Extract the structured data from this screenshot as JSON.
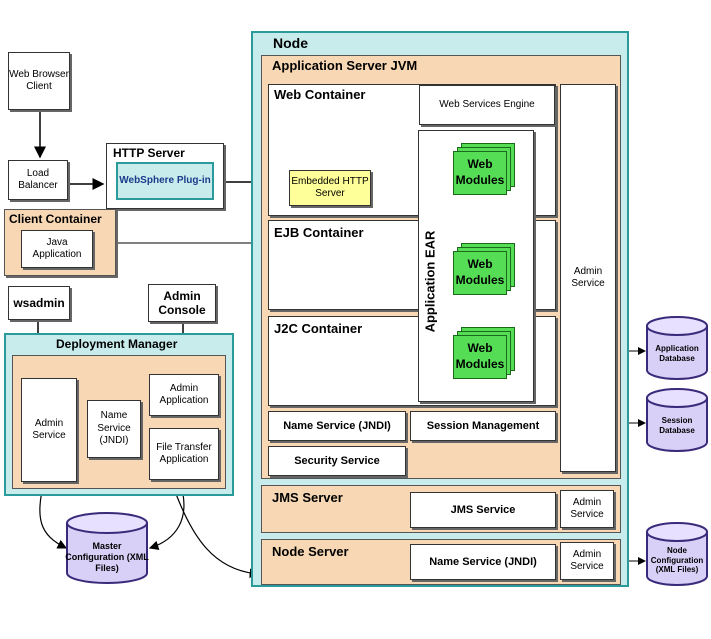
{
  "client": {
    "web_browser": "Web Browser Client",
    "load_balancer": "Load Balancer",
    "http_server_title": "HTTP Server",
    "plugin": "WebSphere Plug-in",
    "client_container_title": "Client Container",
    "java_app": "Java Application",
    "wsadmin": "wsadmin",
    "admin_console": "Admin Console"
  },
  "deployment_manager": {
    "title": "Deployment Manager",
    "admin_service": "Admin Service",
    "name_service": "Name Service (JNDI)",
    "admin_application": "Admin Application",
    "file_transfer": "File Transfer Application"
  },
  "master_config": "Master Configuration (XML Files)",
  "node": {
    "title": "Node",
    "app_server_jvm": "Application Server JVM",
    "web_container": "Web Container",
    "web_services_engine": "Web Services Engine",
    "embedded_http": "Embedded HTTP Server",
    "ejb_container": "EJB Container",
    "j2c_container": "J2C Container",
    "application_ear": "Application EAR",
    "web_modules_1": "Web Modules",
    "web_modules_2": "Web Modules",
    "web_modules_3": "Web Modules",
    "admin_service": "Admin Service",
    "name_service": "Name Service (JNDI)",
    "session_mgmt": "Session Management",
    "security_service": "Security Service",
    "jms_server": "JMS Server",
    "jms_service": "JMS Service",
    "jms_admin_service": "Admin Service",
    "node_server": "Node  Server",
    "node_name_service": "Name Service (JNDI)",
    "node_admin_service": "Admin Service"
  },
  "databases": {
    "application": "Application Database",
    "session": "Session Database",
    "node_config": "Node Configuration (XML Files)"
  }
}
